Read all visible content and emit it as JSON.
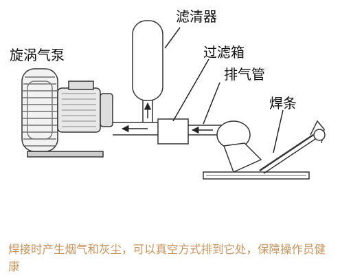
{
  "labels": {
    "blower": "旋涡气泵",
    "filter_tank": "滤清器",
    "filter_box": "过滤箱",
    "exhaust_pipe": "排气管",
    "rod": "焊条"
  },
  "caption": "焊接时产生烟气和灰尘，可以真空方式排到它处，保障操作员健康",
  "colors": {
    "line": "#333333",
    "caption": "#c9955d",
    "background": "#ffffff"
  }
}
